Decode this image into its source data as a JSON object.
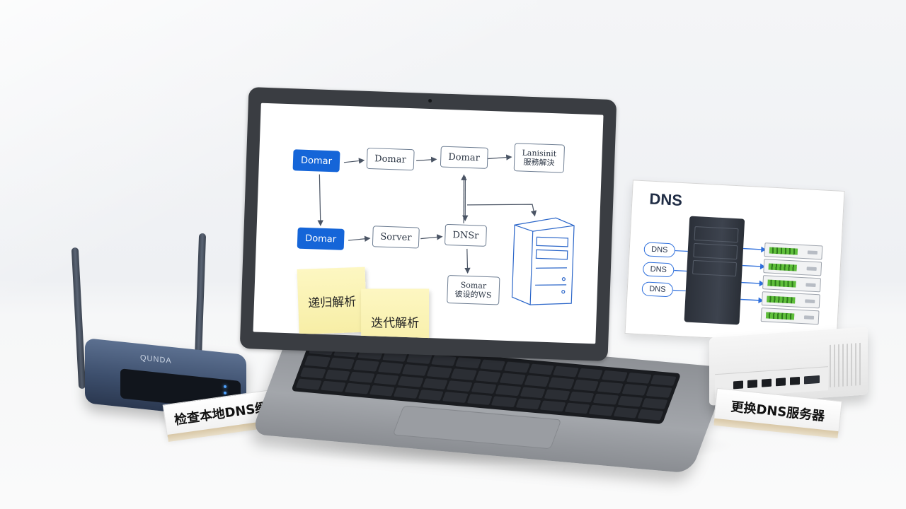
{
  "router": {
    "brand": "QUNDA"
  },
  "labels": {
    "check_local_cache": "检查本地DNS缓存",
    "change_dns_server": "更换DNS服务器"
  },
  "screen_diagram": {
    "nodes": [
      {
        "text": "Domar"
      },
      {
        "text": "Domar"
      },
      {
        "text": "Domar"
      },
      {
        "text": "Domar"
      },
      {
        "text": "Sorver"
      },
      {
        "text": "DNSr"
      }
    ],
    "small_nodes": [
      {
        "line1": "Lanisinit",
        "line2": "服務解決"
      },
      {
        "line1": "Somar",
        "line2": "彼设的WS"
      }
    ],
    "sticky_notes": [
      {
        "text": "递归解析"
      },
      {
        "text": "迭代解析"
      }
    ]
  },
  "dns_card": {
    "title": "DNS",
    "pills": [
      "DNS",
      "DNS",
      "DNS"
    ]
  },
  "colors": {
    "accent_blue": "#1565d8",
    "sticky_yellow": "#fdf7c2",
    "router_blue": "#3d4f6d"
  }
}
